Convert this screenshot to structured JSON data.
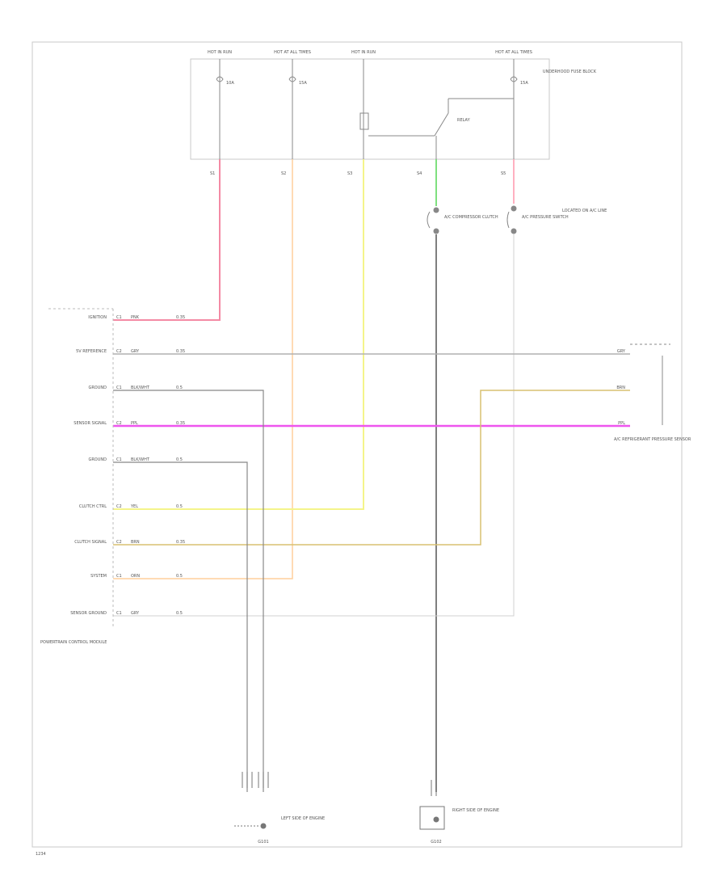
{
  "fuse_block": {
    "sections": [
      "HOT IN RUN",
      "HOT AT ALL TIMES",
      "HOT IN RUN",
      "HOT AT ALL TIMES"
    ],
    "fuses": [
      "10A",
      "15A",
      "RELAY",
      "15A"
    ],
    "label": "UNDERHOOD FUSE BLOCK"
  },
  "splice_labels": [
    "S1",
    "S2",
    "S3",
    "S4",
    "S5"
  ],
  "wire_colors": {
    "pink": "#f48aa4",
    "orange": "#ffcf9c",
    "yellow": "#f4f48a",
    "green": "#7ee07e",
    "lt_pink": "#ffb0c0",
    "gray": "#b0b0b0",
    "dark_gray": "#707070",
    "tan": "#e0d080",
    "magenta": "#ee55ee",
    "mustard": "#d8c070"
  },
  "components": {
    "clutch_switch": "A/C COMPRESSOR CLUTCH",
    "pressure_switch": "A/C PRESSURE SWITCH",
    "pressure_switch_note": "LOCATED ON A/C LINE",
    "pcm_label": "POWERTRAIN CONTROL MODULE",
    "sensor_label": "A/C REFRIGERANT PRESSURE SENSOR",
    "ground_left": "LEFT SIDE OF ENGINE",
    "ground_right": "RIGHT SIDE OF ENGINE"
  },
  "pcm_pins": [
    {
      "name": "IGNITION",
      "pin": "C1",
      "color": "PNK",
      "gauge": "0.35"
    },
    {
      "name": "5V REFERENCE",
      "pin": "C2",
      "color": "GRY",
      "gauge": "0.35"
    },
    {
      "name": "GROUND",
      "pin": "C1",
      "color": "BLK/WHT",
      "gauge": "0.5"
    },
    {
      "name": "SENSOR SIGNAL",
      "pin": "C2",
      "color": "PPL",
      "gauge": "0.35"
    },
    {
      "name": "GROUND",
      "pin": "C1",
      "color": "BLK/WHT",
      "gauge": "0.5"
    },
    {
      "name": "CLUTCH CTRL",
      "pin": "C2",
      "color": "YEL",
      "gauge": "0.5"
    },
    {
      "name": "CLUTCH SIGNAL",
      "pin": "C2",
      "color": "BRN",
      "gauge": "0.35"
    },
    {
      "name": "SYSTEM",
      "pin": "C1",
      "color": "ORN",
      "gauge": "0.5"
    },
    {
      "name": "SENSOR GROUND",
      "pin": "C1",
      "color": "GRY",
      "gauge": "0.5"
    }
  ],
  "sensor_pins": [
    "GRY",
    "BRN",
    "PPL"
  ],
  "grounds": [
    "G101",
    "G102"
  ],
  "footer_id": "1234"
}
